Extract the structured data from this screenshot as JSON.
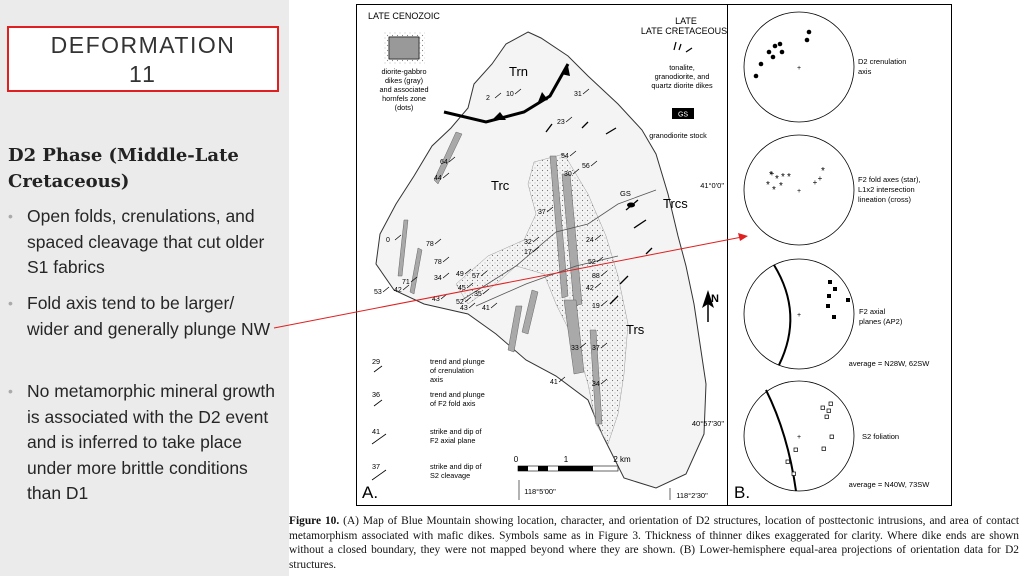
{
  "slide": {
    "title_line1": "DEFORMATION",
    "title_line2": "11",
    "heading": "D2 Phase (Middle-Late Cretaceous)",
    "bullets": [
      "Open folds, crenulations, and spaced cleavage that cut older S1 fabrics",
      "Fold axis tend to be larger/ wider and generally plunge NW",
      "No metamorphic mineral growth is associated with the D2 event and is inferred to take place under more brittle conditions than D1"
    ],
    "accent_color": "#e02020"
  },
  "figure": {
    "map": {
      "late_cenozoic": "LATE CENOZOIC",
      "late_cretaceous": "LATE CRETACEOUS",
      "dike_legend": [
        "diorite-gabbro",
        "dikes (gray)",
        "and associated",
        "hornfels zone",
        "(dots)"
      ],
      "tonalite_legend": [
        "tonalite,",
        "granodiorite, and",
        "quartz diorite dikes"
      ],
      "gs_box": "GS",
      "stock_label": "granodiorite stock",
      "units": [
        "Trn",
        "Trc",
        "Trcs",
        "Trs"
      ],
      "gs_label": "GS",
      "lat_top": "41°0'0\"",
      "lat_bottom": "40°57'30\"",
      "lon_left": "118°5'00\"",
      "lon_right": "118°2'30\"",
      "north": "N",
      "scale_labels": [
        "0",
        "1",
        "2 km"
      ],
      "panel_label": "A.",
      "measurements": [
        "2",
        "10",
        "31",
        "23",
        "64",
        "44",
        "54",
        "56",
        "30",
        "37",
        "0",
        "78",
        "78",
        "49",
        "57",
        "71",
        "34",
        "45",
        "35",
        "53",
        "42",
        "43",
        "52",
        "41",
        "32",
        "17",
        "24",
        "52",
        "88",
        "42",
        "19",
        "33",
        "37",
        "41",
        "34",
        "43"
      ],
      "legend": [
        {
          "value": "29",
          "text": [
            "trend and plunge",
            "of crenulation",
            "axis"
          ]
        },
        {
          "value": "36",
          "text": [
            "trend and plunge",
            "of F2 fold axis"
          ]
        },
        {
          "value": "41",
          "text": [
            "strike and dip of",
            "F2 axial plane"
          ]
        },
        {
          "value": "37",
          "text": [
            "strike and dip of",
            "S2 cleavage"
          ]
        }
      ]
    },
    "stereonets": {
      "panel_label": "B.",
      "nets": [
        {
          "label": [
            "D2 crenulation",
            "axis"
          ],
          "average": ""
        },
        {
          "label": [
            "F2 fold axes (star),",
            "L1x2 intersection",
            "lineation (cross)"
          ],
          "average": ""
        },
        {
          "label": [
            "F2 axial",
            "planes (AP2)"
          ],
          "average": "average = N28W, 62SW"
        },
        {
          "label": [
            "S2 foliation"
          ],
          "average": "average = N40W, 73SW"
        }
      ]
    }
  },
  "caption": {
    "lead": "Figure 10.",
    "text": " (A) Map of Blue Mountain showing location, character, and orientation of D2 structures, location of posttectonic intrusions, and area of contact metamorphism associated with mafic dikes. Symbols same as in Figure 3. Thickness of thinner dikes exaggerated for clarity. Where dike ends are shown without a closed boundary, they were not mapped beyond where they are shown. (B) Lower-hemisphere equal-area projections of orientation data for D2 structures."
  }
}
